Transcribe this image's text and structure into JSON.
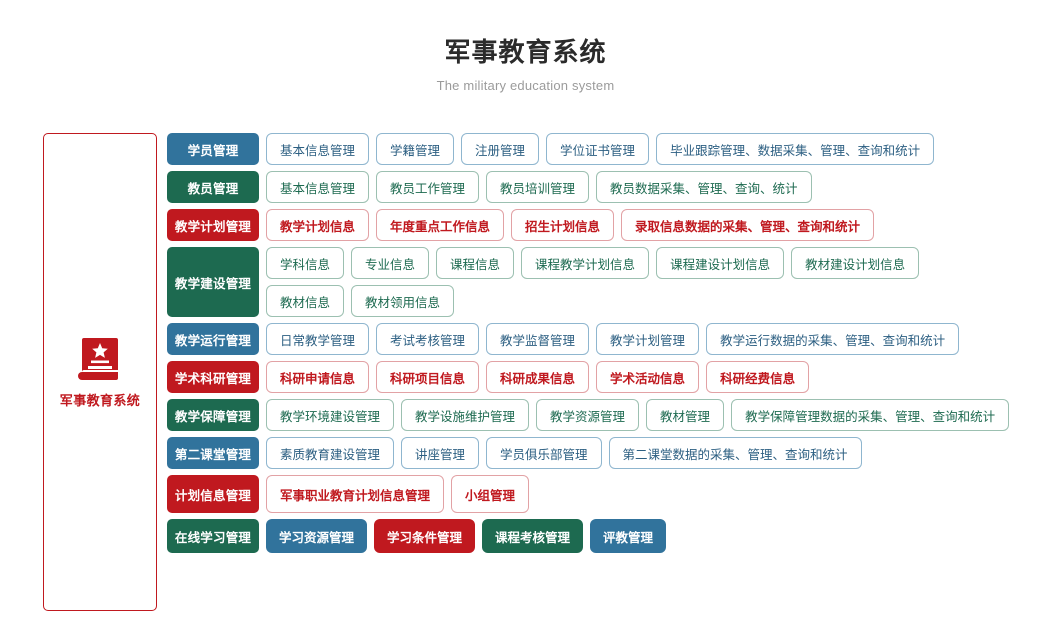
{
  "header": {
    "title": "军事教育系统",
    "subtitle": "The military education system"
  },
  "sidebar": {
    "label": "军事教育系统",
    "icon": "book-star-icon",
    "border_color": "#c0191f"
  },
  "colors": {
    "blue": "#31739c",
    "green": "#1d6a50",
    "red": "#c0191f",
    "blue_outline": "#8fb6cf",
    "green_outline": "#9cc0b1",
    "red_outline": "#e2a2a5"
  },
  "rows": [
    {
      "label": "学员管理",
      "color": "blue",
      "item_style": "outline",
      "groups": [
        [
          "基本信息管理",
          "学籍管理",
          "注册管理",
          "学位证书管理",
          "毕业跟踪管理、数据采集、管理、查询和统计"
        ]
      ]
    },
    {
      "label": "教员管理",
      "color": "green",
      "item_style": "outline",
      "groups": [
        [
          "基本信息管理",
          "教员工作管理",
          "教员培训管理",
          "教员数据采集、管理、查询、统计"
        ]
      ]
    },
    {
      "label": "教学计划管理",
      "color": "red",
      "item_style": "outline",
      "groups": [
        [
          "教学计划信息",
          "年度重点工作信息",
          "招生计划信息",
          "录取信息数据的采集、管理、查询和统计"
        ]
      ]
    },
    {
      "label": "教学建设管理",
      "color": "green",
      "item_style": "outline",
      "groups": [
        [
          "学科信息",
          "专业信息",
          "课程信息",
          "课程教学计划信息",
          "课程建设计划信息",
          "教材建设计划信息"
        ],
        [
          "教材信息",
          "教材领用信息"
        ]
      ]
    },
    {
      "label": "教学运行管理",
      "color": "blue",
      "item_style": "outline",
      "groups": [
        [
          "日常教学管理",
          "考试考核管理",
          "教学监督管理",
          "教学计划管理",
          "教学运行数据的采集、管理、查询和统计"
        ]
      ]
    },
    {
      "label": "学术科研管理",
      "color": "red",
      "item_style": "outline",
      "groups": [
        [
          "科研申请信息",
          "科研项目信息",
          "科研成果信息",
          "学术活动信息",
          "科研经费信息"
        ]
      ]
    },
    {
      "label": "教学保障管理",
      "color": "green",
      "item_style": "outline",
      "groups": [
        [
          "教学环境建设管理",
          "教学设施维护管理",
          "教学资源管理",
          "教材管理",
          "教学保障管理数据的采集、管理、查询和统计"
        ]
      ]
    },
    {
      "label": "第二课堂管理",
      "color": "blue",
      "item_style": "outline",
      "groups": [
        [
          "素质教育建设管理",
          "讲座管理",
          "学员俱乐部管理",
          "第二课堂数据的采集、管理、查询和统计"
        ]
      ]
    },
    {
      "label": "计划信息管理",
      "color": "red",
      "item_style": "outline-tall",
      "groups": [
        [
          "军事职业教育计划信息管理",
          "小组管理"
        ]
      ]
    },
    {
      "label": "在线学习管理",
      "color": "green",
      "item_style": "filled",
      "groups": [
        [
          "学习资源管理",
          "学习条件管理",
          "课程考核管理",
          "评教管理"
        ]
      ],
      "filled_colors": [
        "blue",
        "red",
        "green",
        "blue"
      ]
    }
  ]
}
